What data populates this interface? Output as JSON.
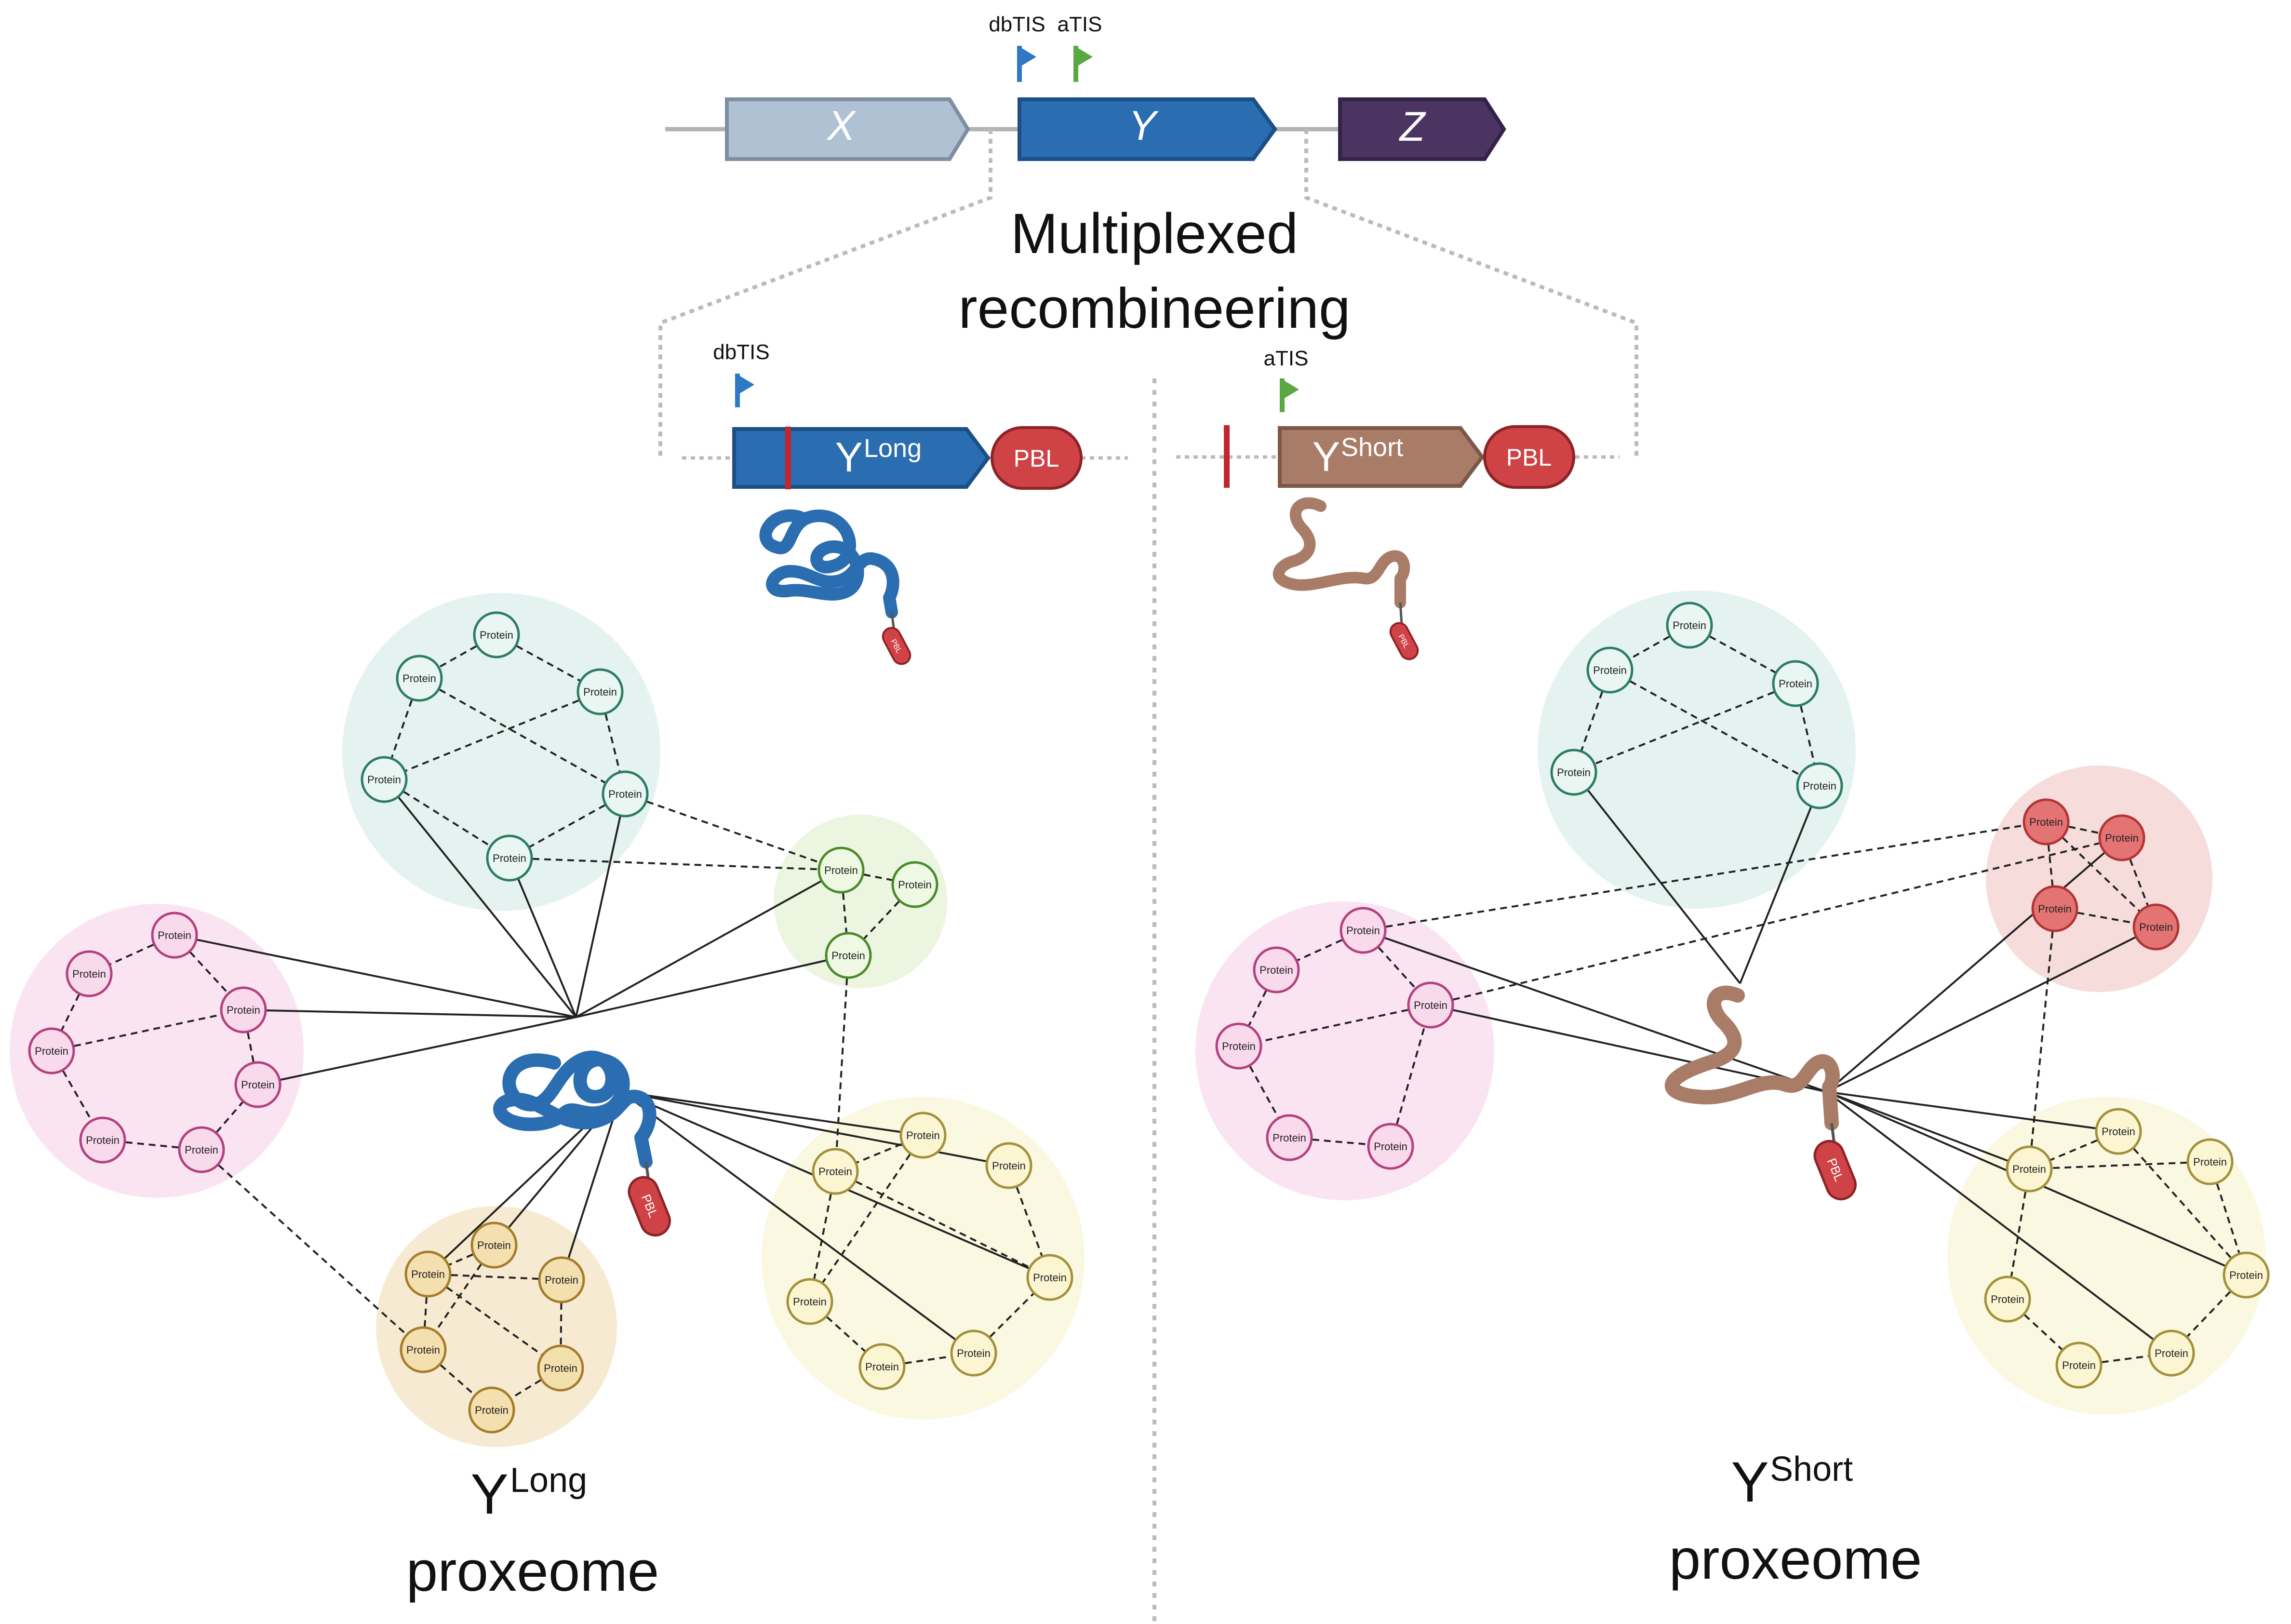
{
  "operon": {
    "genes": [
      {
        "id": "x",
        "label": "X",
        "fill": "#b0c1d3",
        "stroke": "#7f8ea0"
      },
      {
        "id": "y",
        "label": "Y",
        "fill": "#2a6db0",
        "stroke": "#1b4f86"
      },
      {
        "id": "z",
        "label": "Z",
        "fill": "#4b3462",
        "stroke": "#33224a"
      }
    ],
    "tis_top": [
      {
        "id": "dbtis",
        "label": "dbTIS",
        "color": "#2f78c3"
      },
      {
        "id": "atis",
        "label": "aTIS",
        "color": "#5aa841"
      }
    ]
  },
  "method_label_line1": "Multiplexed",
  "method_label_line2": "recombineering",
  "constructs": {
    "long": {
      "tis_label": "dbTIS",
      "tis_color": "#2f78c3",
      "gene": "Y",
      "sup": "Long",
      "tag": "PBL",
      "fill": "#2a6db0",
      "stroke": "#1b4f86"
    },
    "short": {
      "tis_label": "aTIS",
      "tis_color": "#5aa841",
      "gene": "Y",
      "sup": "Short",
      "tag": "PBL",
      "fill": "#a97c67",
      "stroke": "#7c5848"
    }
  },
  "protein_node_label": "Protein",
  "tag_label": "PBL",
  "tag_color": "#cf4347",
  "proxeome_long": {
    "main": "Y",
    "sup": "Long",
    "line2": "proxeome"
  },
  "proxeome_short": {
    "main": "Y",
    "sup": "Short",
    "line2": "proxeome"
  },
  "cluster_colors": {
    "teal": {
      "bg": "#e4f3ef",
      "node": "#e9f6f2",
      "stroke": "#2c7b67"
    },
    "lime": {
      "bg": "#ebf5df",
      "node": "#eef8e2",
      "stroke": "#4b8a2b"
    },
    "pink": {
      "bg": "#fae4f1",
      "node": "#f9d9ec",
      "stroke": "#b3407f"
    },
    "tan": {
      "bg": "#f6ebd2",
      "node": "#f4dfae",
      "stroke": "#a67c2b"
    },
    "yellow": {
      "bg": "#fbf8e1",
      "node": "#fbf5d2",
      "stroke": "#a3903b"
    },
    "red": {
      "bg": "#f6dcdb",
      "node": "#e47473",
      "stroke": "#b13536"
    }
  }
}
